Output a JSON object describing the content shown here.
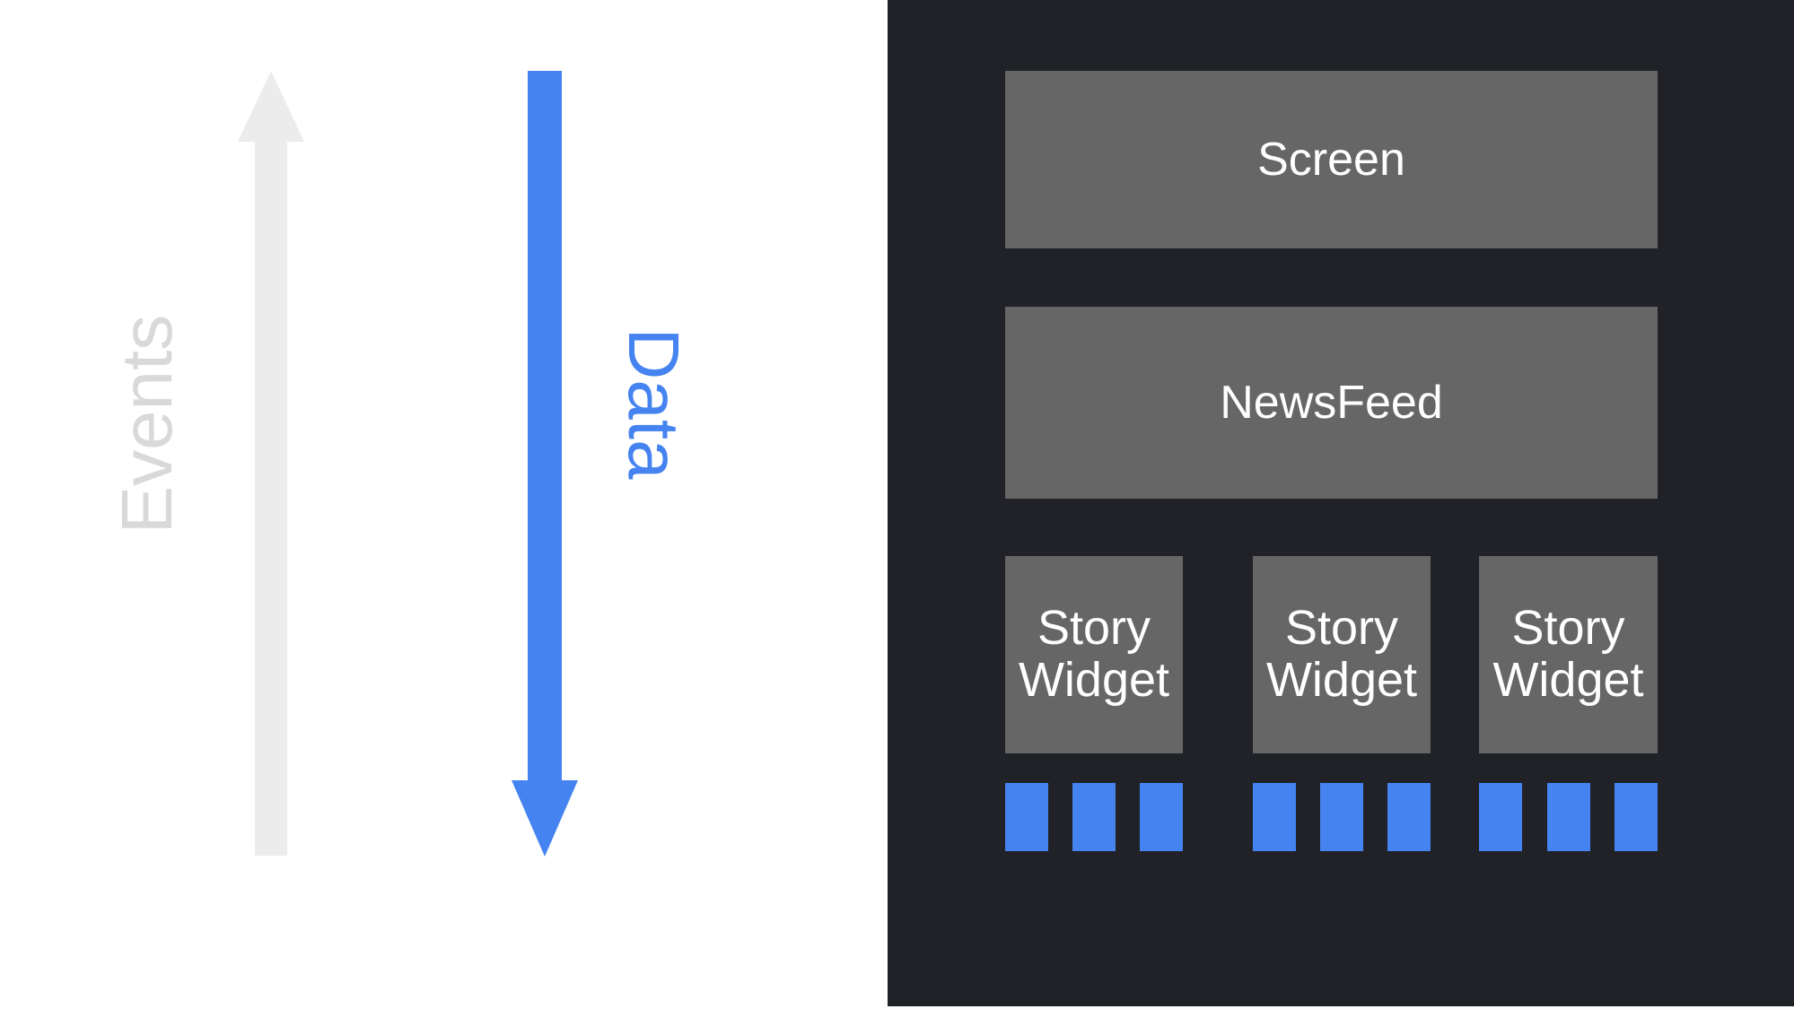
{
  "colors": {
    "background_left": "#ffffff",
    "panel_dark": "#202227",
    "box_gray": "#666667",
    "accent_blue": "#4583f1",
    "arrow_light_gray": "#ececec",
    "events_text_gray": "#d9d9d9",
    "label_white": "#ffffff"
  },
  "flow_labels": {
    "events": "Events",
    "data": "Data"
  },
  "widget_tree": {
    "screen": {
      "label": "Screen"
    },
    "newsfeed": {
      "label": "NewsFeed"
    },
    "story_widgets": [
      {
        "label": "Story Widget",
        "item_blocks": 3
      },
      {
        "label": "Story Widget",
        "item_blocks": 3
      },
      {
        "label": "Story Widget",
        "item_blocks": 3
      }
    ]
  }
}
